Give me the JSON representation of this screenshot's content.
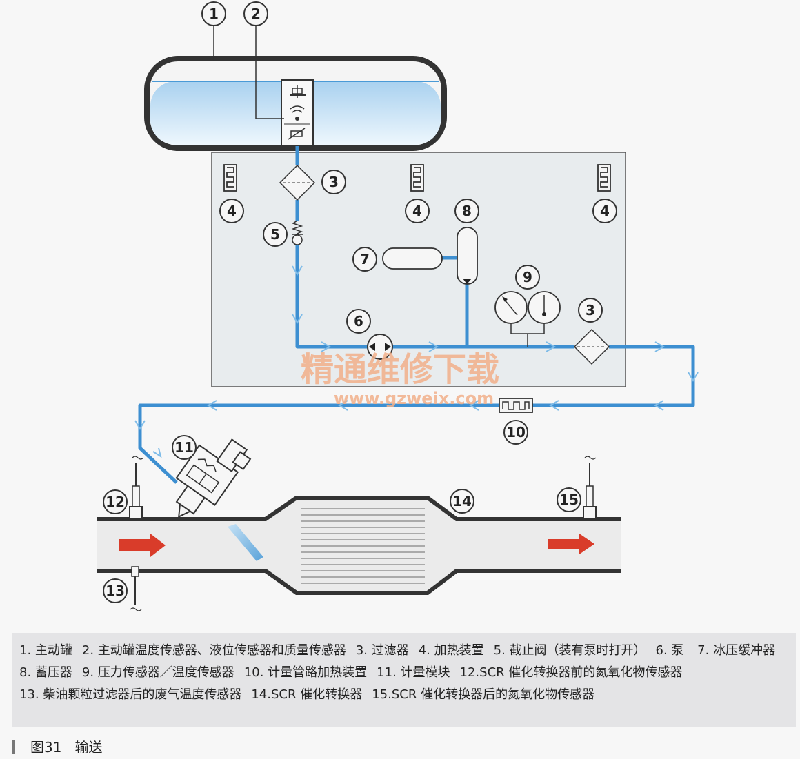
{
  "callouts": [
    "1",
    "2",
    "3",
    "3",
    "4",
    "4",
    "4",
    "5",
    "6",
    "7",
    "8",
    "9",
    "10",
    "11",
    "12",
    "13",
    "14",
    "15"
  ],
  "watermark": {
    "cn": "精通维修下载",
    "url": "www.gzweix.com"
  },
  "caption": [
    "1. 主动罐",
    "2. 主动罐温度传感器、液位传感器和质量传感器",
    "3. 过滤器",
    "4. 加热装置",
    "5. 截止阀（装有泵时打开）",
    "6. 泵",
    "7. 冰压缓冲器",
    "8. 蓄压器",
    "9. 压力传感器／温度传感器",
    "10. 计量管路加热装置",
    "11. 计量模块",
    "12.SCR 催化转换器前的氮氧化物传感器",
    "13. 柴油颗粒过滤器后的废气温度传感器",
    "14.SCR 催化转换器",
    "15.SCR 催化转换器后的氮氧化物传感器"
  ],
  "figure_label": "图31",
  "figure_title": "输送",
  "colors": {
    "line": "#3d8fd1",
    "panel": "#e8ecee",
    "tank_liquid": "#bcdcf2",
    "arrow": "#d93c2a",
    "watermark": "#f2b08a"
  }
}
